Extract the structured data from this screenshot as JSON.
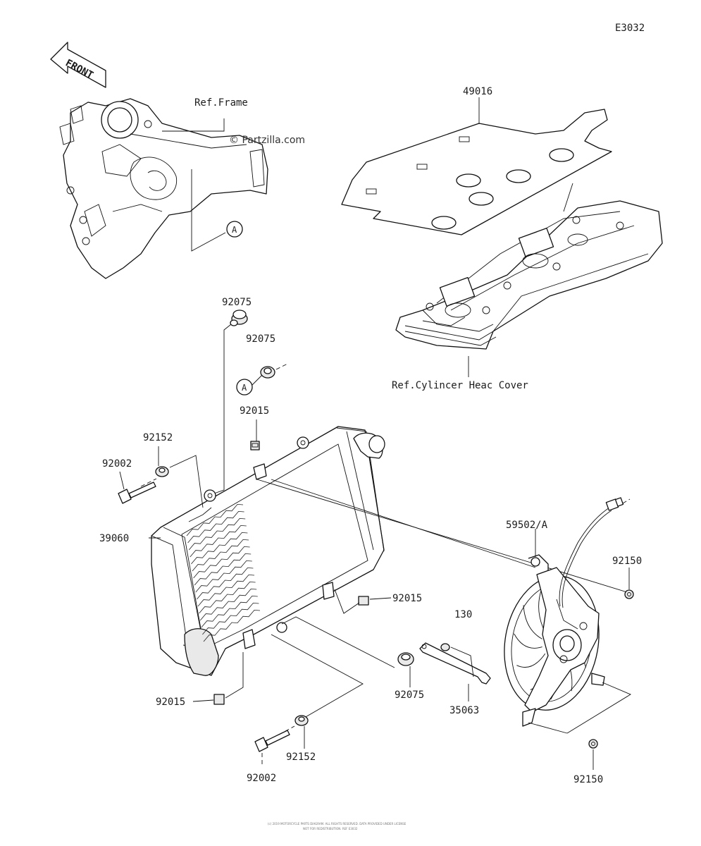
{
  "diagram_code": "E3032",
  "front_arrow": {
    "label": "FRONT"
  },
  "watermark": "© Partzilla.com",
  "references": {
    "frame": "Ref.Frame",
    "cylinder_head_cover": "Ref.Cylincer Heac Cover"
  },
  "connector_marks": {
    "a_top": "A",
    "a_mid": "A"
  },
  "callouts": {
    "part_49016": "49016",
    "part_92075_top": "92075",
    "part_92075_mid": "92075",
    "part_92015_top": "92015",
    "part_92152_left": "92152",
    "part_92002_left": "92002",
    "part_39060": "39060",
    "part_59502a": "59502/A",
    "part_92150_right": "92150",
    "part_92015_mid": "92015",
    "part_130": "130",
    "part_92075_bottom": "92075",
    "part_35063": "35063",
    "part_92015_bottom": "92015",
    "part_92152_bottom": "92152",
    "part_92002_bottom": "92002",
    "part_92150_bottom": "92150"
  },
  "footer_fineprint": {
    "line1": "(c) 2019 MOTORCYCLE PARTS DIAGRAM. ALL RIGHTS RESERVED. DATA PROVIDED UNDER LICENSE",
    "line2": "NOT FOR REDISTRIBUTION. REF E3032"
  }
}
